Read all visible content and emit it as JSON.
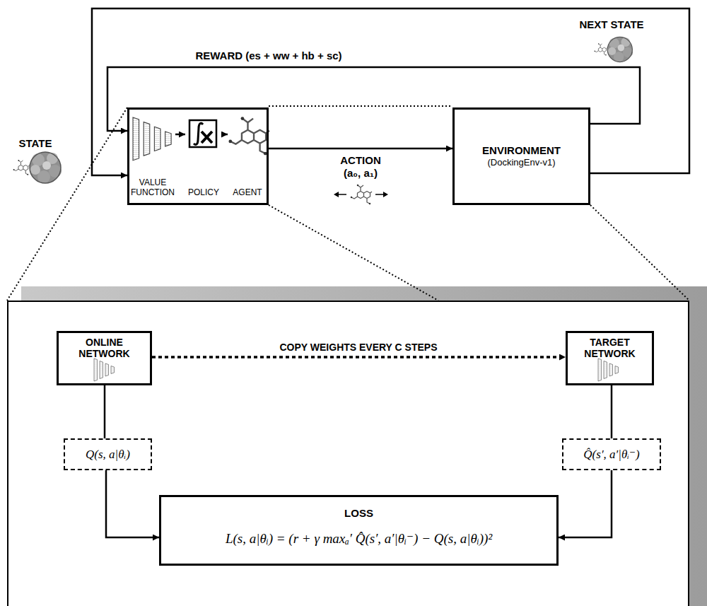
{
  "diagram": {
    "nodes": [
      {
        "text": []
      },
      {
        "text": [
          "VALUE FUNCTION"
        ],
        "in": 0
      },
      {
        "text": [
          "POLICY"
        ],
        "in": 0
      },
      {
        "text": [
          "AGENT"
        ],
        "in": 0
      },
      {
        "text": [
          "ENVIRONMENT",
          "(DockingEnv-v1)"
        ]
      },
      {
        "text": []
      },
      {
        "text": [
          "ONLINE NETWORK"
        ],
        "in": 5
      },
      {
        "text": [
          "TARGET NETWORK"
        ],
        "in": 5
      },
      {
        "text": [
          "Q(s, a|θᵢ)"
        ],
        "in": 5
      },
      {
        "text": [
          "Q̂(s′, a′|θᵢ⁻)"
        ],
        "in": 5
      },
      {
        "text": [
          "LOSS",
          "L(s, a|θᵢ) = (r + γ maxₐ′ Q̂(s′, a′|θᵢ⁻) − Q(s, a|θᵢ))²"
        ],
        "in": 5
      }
    ],
    "edges": [
      {
        "from": 1,
        "to": 2,
        "arrow": "to"
      },
      {
        "from": 2,
        "to": 3,
        "arrow": "to"
      },
      {
        "from": 0,
        "to": 4,
        "label": "ACTION (a₀, a₁)",
        "arrow": "to"
      },
      {
        "from": 4,
        "to": 0,
        "label": "REWARD (es + ww + hb + sc)",
        "arrow": "to"
      },
      {
        "from": 4,
        "to": 0,
        "label": "NEXT STATE",
        "arrow": "to"
      },
      {
        "from": 6,
        "to": 7,
        "label": "COPY WEIGHTS EVERY C STEPS",
        "arrow": "to"
      },
      {
        "from": 6,
        "to": 8,
        "arrow": "none"
      },
      {
        "from": 7,
        "to": 9,
        "arrow": "none"
      },
      {
        "from": 8,
        "to": 10,
        "arrow": "to"
      },
      {
        "from": 9,
        "to": 10,
        "arrow": "to"
      }
    ],
    "labels": [
      "STATE"
    ]
  }
}
